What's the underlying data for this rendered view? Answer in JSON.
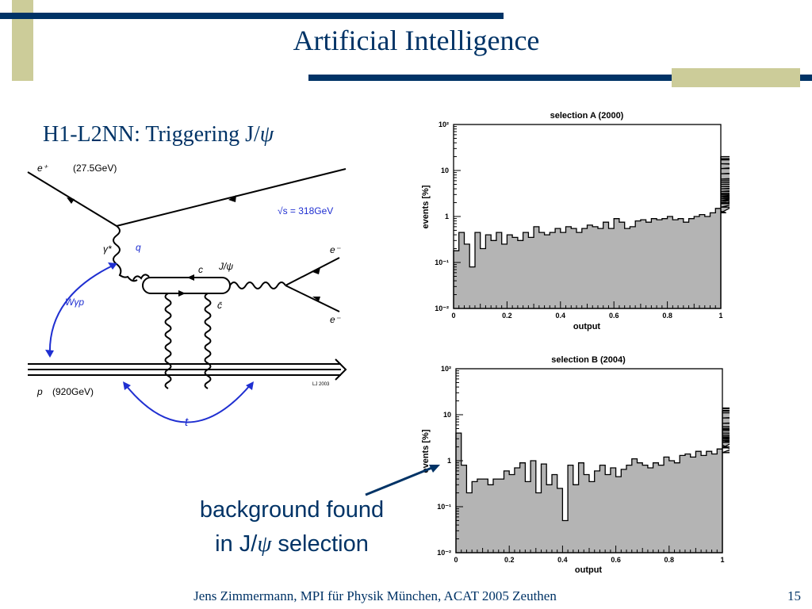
{
  "slide": {
    "title": "Artificial Intelligence",
    "subtitle_prefix": "H1-L2NN: Triggering J/",
    "subtitle_symbol": "ψ",
    "annotation_line1": "background found",
    "annotation_line2_prefix": "in J/",
    "annotation_symbol": "ψ",
    "annotation_line2_suffix": " selection",
    "footer": "Jens Zimmermann, MPI für Physik München, ACAT 2005 Zeuthen",
    "page_number": "15",
    "colors": {
      "text": "#003366",
      "accent_bar": "#003366",
      "accent_box": "#cccc99",
      "annotation_arrow": "#003366"
    }
  },
  "diagram": {
    "e_plus": "e⁺",
    "e_plus_energy": "(27.5GeV)",
    "sqrt_s": "√s = 318GeV",
    "gamma": "γ*",
    "q": "q",
    "c": "c",
    "jpsi": "J/ψ",
    "cbar": "c̄",
    "e_minus_top": "e⁻",
    "e_minus_bottom": "e⁻",
    "w": "Wγp",
    "p": "p",
    "p_energy": "(920GeV)",
    "t": "t",
    "credit": "LJ 2003",
    "colors": {
      "lines": "#000000",
      "annotation": "#1f2fd1"
    }
  },
  "chart_data": [
    {
      "type": "bar",
      "title": "selection A (2000)",
      "xlabel": "output",
      "ylabel": "events [%]",
      "xlim": [
        0,
        1
      ],
      "ylim": [
        0.01,
        100
      ],
      "log_y": true,
      "x_ticks": [
        "0",
        "0.2",
        "0.4",
        "0.6",
        "0.8",
        "1"
      ],
      "y_ticks": [
        "10⁻²",
        "10⁻¹",
        "1",
        "10",
        "10²"
      ],
      "bin_width": 0.02,
      "values": [
        0.18,
        0.45,
        0.25,
        0.08,
        0.45,
        0.2,
        0.4,
        0.3,
        0.45,
        0.25,
        0.4,
        0.35,
        0.3,
        0.45,
        0.35,
        0.6,
        0.45,
        0.4,
        0.45,
        0.55,
        0.45,
        0.6,
        0.55,
        0.45,
        0.55,
        0.65,
        0.6,
        0.55,
        0.75,
        0.55,
        0.9,
        0.75,
        0.55,
        0.6,
        0.8,
        0.85,
        0.75,
        0.9,
        0.85,
        0.9,
        1.0,
        0.85,
        0.9,
        0.75,
        0.9,
        1.0,
        1.1,
        1.0,
        1.2,
        1.5,
        1.3,
        1.2,
        1.6,
        1.9,
        2.2,
        2.0,
        2.8,
        2.2,
        3.0,
        2.6,
        2.4,
        3.2,
        3.5,
        4.5,
        4.0,
        5.0,
        5.5,
        6.0,
        6.5,
        8.5,
        11.0,
        14.0,
        11.0,
        17.0,
        18.0,
        20.0
      ],
      "fill": "#b4b4b4"
    },
    {
      "type": "bar",
      "title": "selection B (2004)",
      "xlabel": "output",
      "ylabel": "events [%]",
      "xlim": [
        0,
        1
      ],
      "ylim": [
        0.01,
        100
      ],
      "log_y": true,
      "x_ticks": [
        "0",
        "0.2",
        "0.4",
        "0.6",
        "0.8",
        "1"
      ],
      "y_ticks": [
        "10⁻²",
        "10⁻¹",
        "1",
        "10",
        "10²"
      ],
      "bin_width": 0.02,
      "values": [
        4.0,
        0.8,
        0.2,
        0.35,
        0.4,
        0.4,
        0.3,
        0.4,
        0.4,
        0.6,
        0.5,
        0.7,
        0.9,
        0.35,
        1.0,
        0.2,
        0.85,
        0.3,
        0.5,
        0.25,
        0.05,
        0.8,
        0.3,
        0.9,
        0.5,
        0.35,
        0.6,
        0.8,
        0.5,
        0.7,
        0.45,
        0.65,
        0.8,
        1.1,
        0.9,
        0.8,
        0.7,
        0.9,
        0.8,
        1.2,
        1.0,
        0.9,
        1.3,
        1.4,
        1.2,
        1.6,
        1.3,
        1.6,
        1.4,
        1.8,
        2.2,
        1.9,
        2.5,
        2.8,
        2.0,
        1.5,
        2.8,
        3.0,
        3.3,
        2.5,
        2.7,
        3.2,
        4.0,
        3.6,
        3.2,
        4.5,
        5.0,
        5.5,
        4.8,
        6.5,
        8.5,
        11.0,
        12.5,
        13.5,
        14.0,
        12.0
      ],
      "fill": "#b4b4b4"
    }
  ]
}
